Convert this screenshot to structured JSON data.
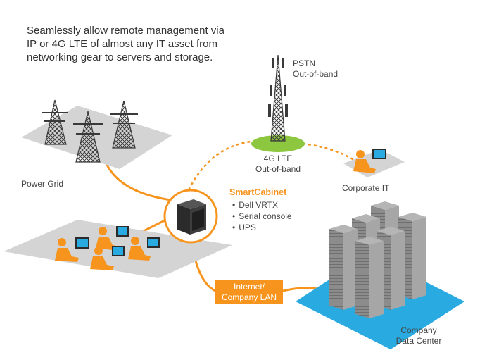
{
  "headline": {
    "lines": [
      "Seamlessly allow remote management via",
      "IP or 4G LTE of almost any IT asset from",
      "networking gear to servers and storage."
    ]
  },
  "nodes": {
    "pstn": {
      "line1": "PSTN",
      "line2": "Out-of-band"
    },
    "lte": {
      "line1": "4G LTE",
      "line2": "Out-of-band"
    },
    "power_grid": {
      "label": "Power Grid"
    },
    "corporate_it": {
      "label": "Corporate IT"
    },
    "smartcabinet": {
      "title": "SmartCabinet",
      "items": [
        "Dell VRTX",
        "Serial console",
        "UPS"
      ]
    },
    "internet": {
      "line1": "Internet/",
      "line2": "Company LAN"
    },
    "datacenter": {
      "line1": "Company",
      "line2": "Data Center"
    }
  },
  "colors": {
    "accent": "#f7941d",
    "lte_disc": "#8dc63f",
    "datacenter_floor": "#29abe2",
    "floor_gray": "#d4d4d4",
    "server_gray": "#8c8c8c",
    "tower_dark": "#3a3a3a"
  },
  "icons": [
    "transmission-tower-icon",
    "cell-tower-icon",
    "server-rack-icon",
    "person-at-desk-icon",
    "cabinet-icon"
  ]
}
